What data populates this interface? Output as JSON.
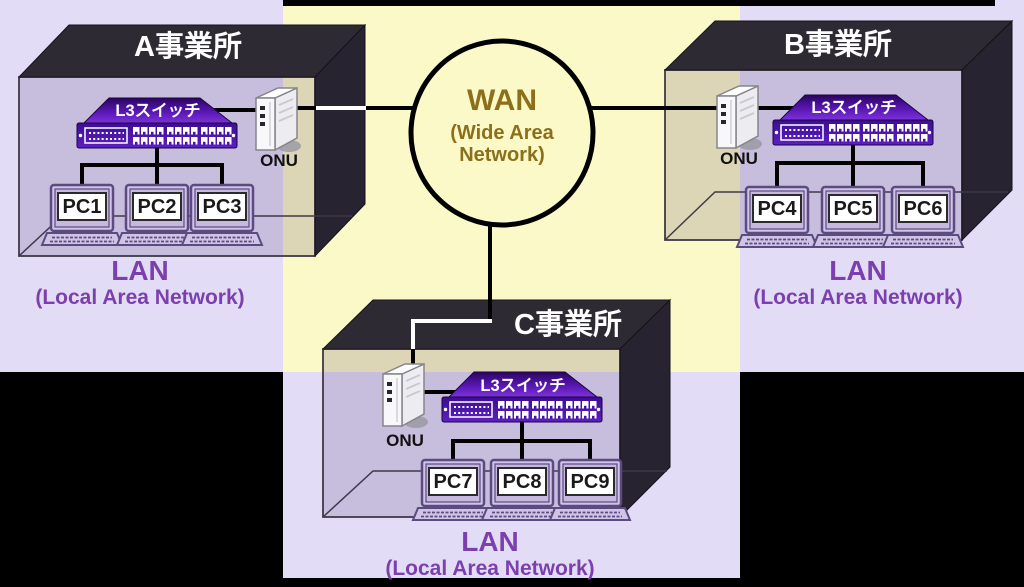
{
  "wan": {
    "title": "WAN",
    "subtitle_line1": "(Wide Area",
    "subtitle_line2": "Network)"
  },
  "offices": [
    {
      "title": "A事業所",
      "switch_label": "L3スイッチ",
      "onu_label": "ONU",
      "pcs": [
        "PC1",
        "PC2",
        "PC3"
      ],
      "lan_title": "LAN",
      "lan_subtitle": "(Local Area Network)"
    },
    {
      "title": "B事業所",
      "switch_label": "L3スイッチ",
      "onu_label": "ONU",
      "pcs": [
        "PC4",
        "PC5",
        "PC6"
      ],
      "lan_title": "LAN",
      "lan_subtitle": "(Local Area Network)"
    },
    {
      "title": "C事業所",
      "switch_label": "L3スイッチ",
      "onu_label": "ONU",
      "pcs": [
        "PC7",
        "PC8",
        "PC9"
      ],
      "lan_title": "LAN",
      "lan_subtitle": "(Local Area Network)"
    }
  ],
  "colors": {
    "background_lavender": "#e2dcf6",
    "background_yellow": "#fbf9c8",
    "background_black": "#000000",
    "box_dark_face": "#2e2a34",
    "switch_purple": "#5a16b4",
    "lan_label": "#7c3fae",
    "wan_label": "#8d6f1b",
    "wire": "#000000"
  }
}
